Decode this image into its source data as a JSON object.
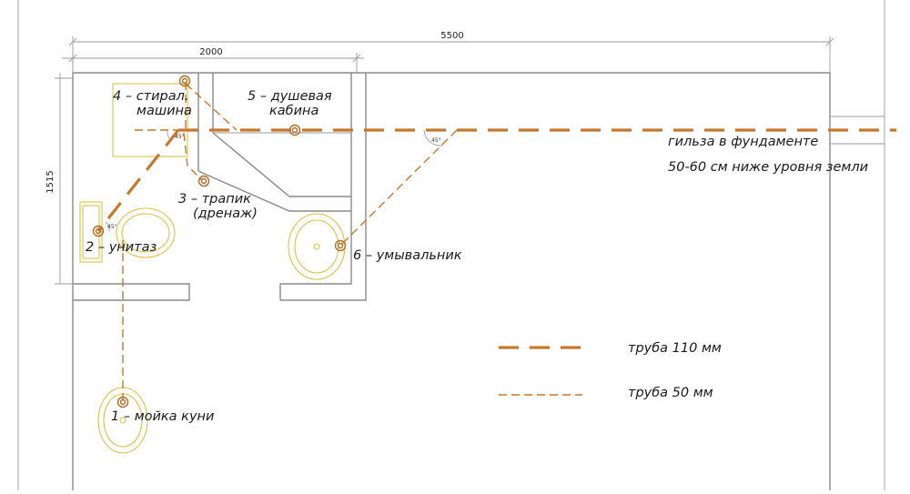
{
  "dimensions": {
    "total_width": "5500",
    "room_width": "2000",
    "room_depth": "1515"
  },
  "fixtures": {
    "sink_kitchen": "1 – мойка куни",
    "toilet": "2 – унитаз",
    "drain_line1": "3 – трапик",
    "drain_line2": "(дренаж)",
    "washer_line1": "4 – стирал.",
    "washer_line2": "машина",
    "shower_line1": "5 – душевая",
    "shower_line2": "кабина",
    "washbasin": "6 – умывальник"
  },
  "notes": {
    "sleeve_line1": "гильза в фундаменте",
    "sleeve_line2": "50-60 см ниже уровня земли"
  },
  "angles": {
    "a1": "45°",
    "a2": "45°",
    "a3": "45°"
  },
  "legend": {
    "pipe_110": "труба 110 мм",
    "pipe_50": "труба 50 мм"
  },
  "colors": {
    "pipe": "#c8782a",
    "fixture": "#d9c24a",
    "wall": "#8a8a8a"
  }
}
